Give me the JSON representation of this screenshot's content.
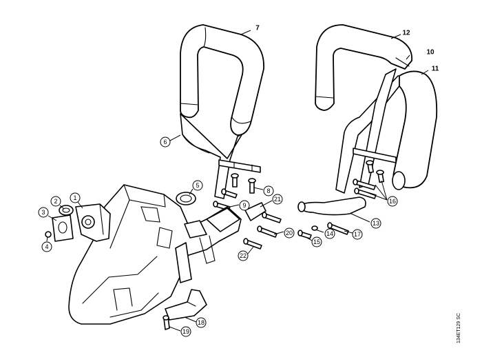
{
  "callouts": {
    "c1": "1",
    "c2": "2",
    "c3": "3",
    "c4": "4",
    "c5": "5",
    "c6": "6",
    "c7": "7",
    "c8": "8",
    "c9": "9",
    "c10": "10",
    "c11": "11",
    "c12": "12",
    "c13": "13",
    "c14": "14",
    "c15": "15",
    "c16": "16",
    "c17": "17",
    "c18": "18",
    "c19": "19",
    "c20": "20",
    "c21": "21",
    "c22": "22"
  },
  "reference_code": "134ET129 SC"
}
